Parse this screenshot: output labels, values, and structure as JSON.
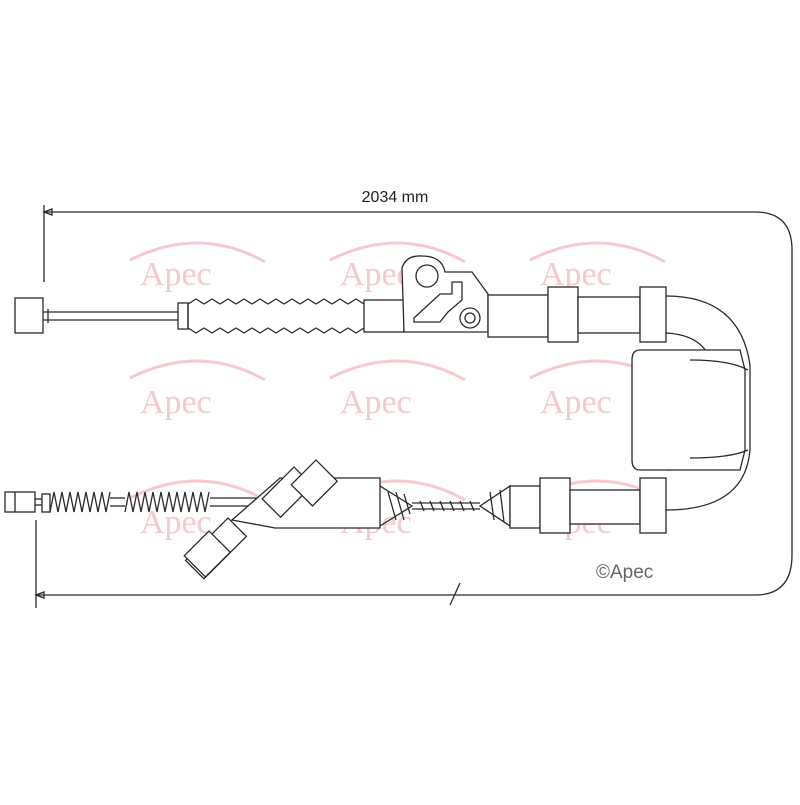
{
  "dimension": {
    "length_label": "2034 mm"
  },
  "watermark": {
    "text": "Apec"
  },
  "copyright": {
    "text": "©Apec"
  },
  "colors": {
    "line": "#2a2a2a",
    "watermark": "#f6c9cf",
    "copyright": "#666666"
  }
}
